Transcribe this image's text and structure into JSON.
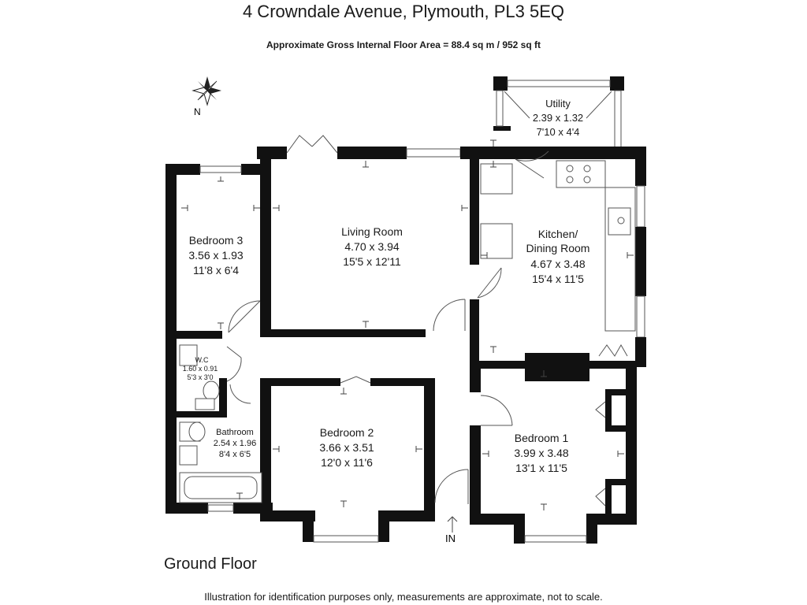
{
  "title": "4 Crowndale Avenue, Plymouth, PL3 5EQ",
  "area_text": "Approximate Gross Internal Floor Area  = 88.4 sq m / 952 sq ft",
  "compass_label": "N",
  "floor_label": "Ground Floor",
  "entrance_label": "IN",
  "disclaimer": "Illustration for identification purposes only, measurements are approximate, not to scale.",
  "rooms": {
    "utility": {
      "name": "Utility",
      "metric": "2.39 x 1.32",
      "imperial": "7'10 x 4'4"
    },
    "living": {
      "name": "Living Room",
      "metric": "4.70 x 3.94",
      "imperial": "15'5 x 12'11"
    },
    "kitchen": {
      "name": "Kitchen/",
      "name2": "Dining Room",
      "metric": "4.67 x 3.48",
      "imperial": "15'4 x 11'5"
    },
    "bedroom3": {
      "name": "Bedroom 3",
      "metric": "3.56 x 1.93",
      "imperial": "11'8 x 6'4"
    },
    "wc": {
      "name": "W.C",
      "metric": "1.60 x 0.91",
      "imperial": "5'3 x 3'0"
    },
    "bathroom": {
      "name": "Bathroom",
      "metric": "2.54 x 1.96",
      "imperial": "8'4 x 6'5"
    },
    "bedroom2": {
      "name": "Bedroom 2",
      "metric": "3.66 x 3.51",
      "imperial": "12'0 x 11'6"
    },
    "bedroom1": {
      "name": "Bedroom 1",
      "metric": "3.99 x 3.48",
      "imperial": "13'1 x 11'5"
    }
  }
}
